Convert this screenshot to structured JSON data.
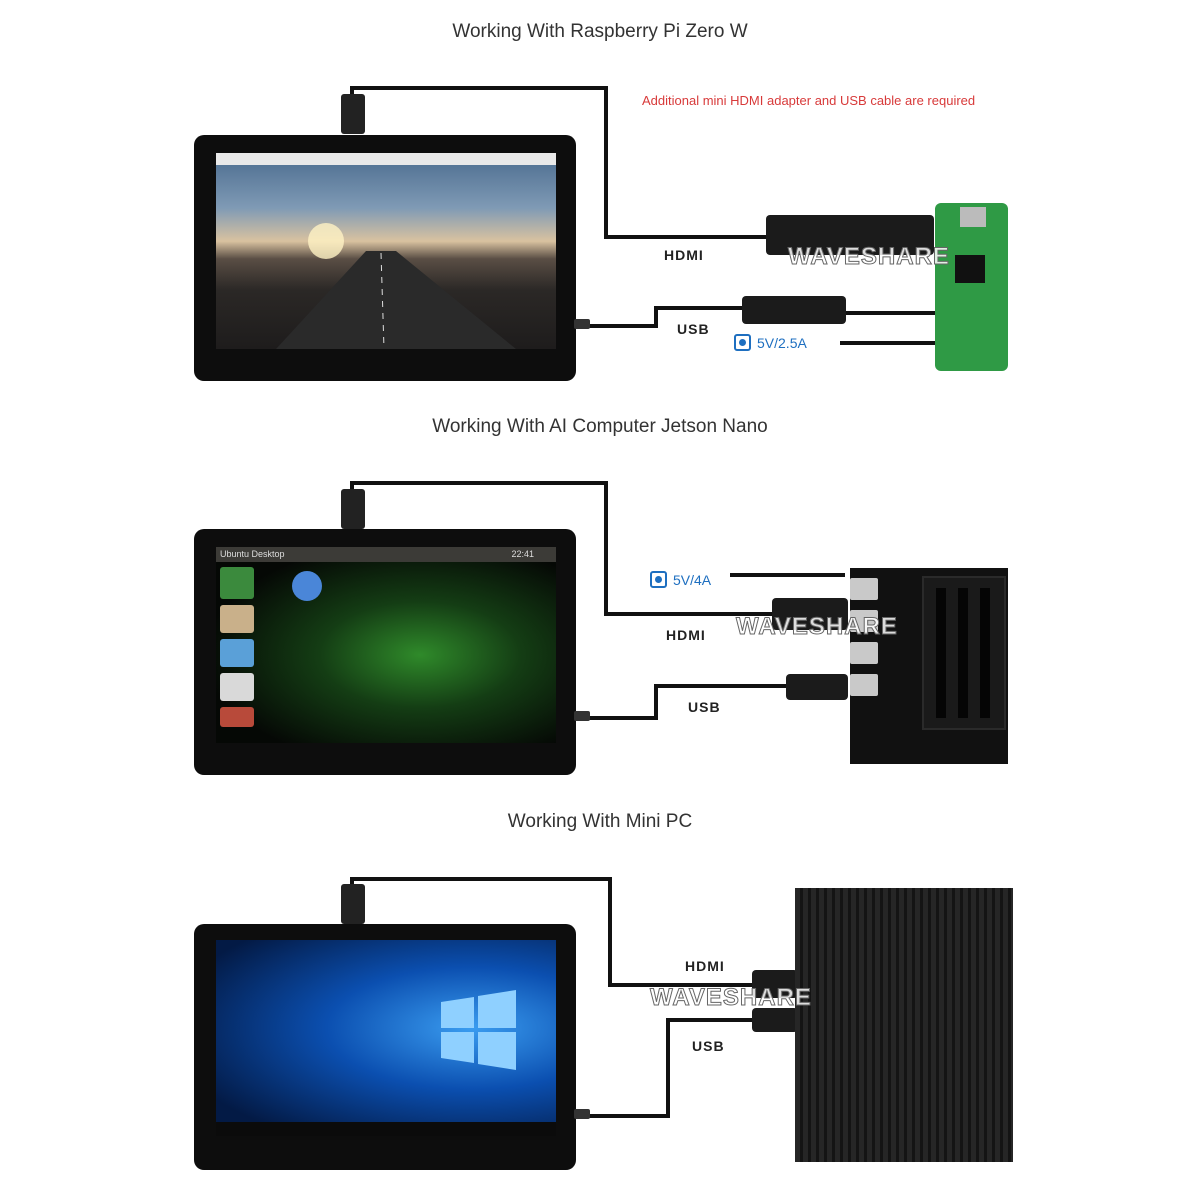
{
  "sections": [
    {
      "title": "Working With Raspberry Pi Zero W",
      "note": "Additional mini HDMI adapter and USB cable are required",
      "labels": {
        "hdmi": "HDMI",
        "usb": "USB"
      },
      "power": "5V/2.5A",
      "watermark": "WAVESHARE",
      "screen": "raspberry-pi-desktop"
    },
    {
      "title": "Working With AI Computer Jetson Nano",
      "labels": {
        "hdmi": "HDMI",
        "usb": "USB"
      },
      "power": "5V/4A",
      "watermark": "WAVESHARE",
      "screen": "ubuntu-desktop",
      "topbar": {
        "title": "Ubuntu Desktop",
        "time": "22:41"
      }
    },
    {
      "title": "Working With Mini PC",
      "labels": {
        "hdmi": "HDMI",
        "usb": "USB"
      },
      "watermark": "WAVESHARE",
      "screen": "windows-10-desktop"
    }
  ],
  "colors": {
    "note": "#d83a3a",
    "power": "#1e6fc0",
    "pi_board": "#2f9a45"
  }
}
